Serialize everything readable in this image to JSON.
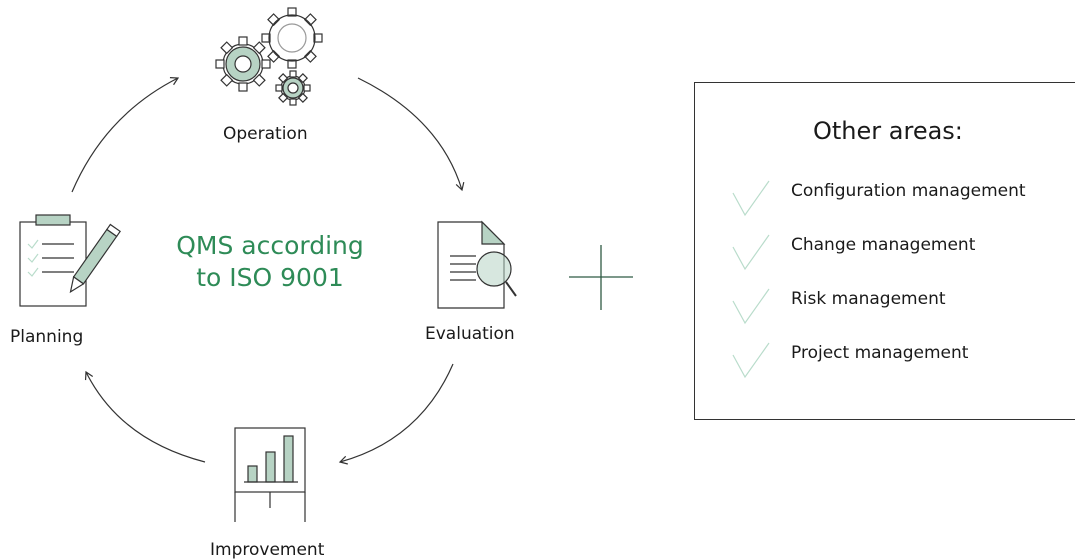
{
  "center_title": [
    "QMS according",
    "to ISO 9001"
  ],
  "cycle_steps": [
    {
      "label": "Operation",
      "icon": "gears-icon"
    },
    {
      "label": "Evaluation",
      "icon": "document-magnifier-icon"
    },
    {
      "label": "Improvement",
      "icon": "bar-chart-board-icon"
    },
    {
      "label": "Planning",
      "icon": "clipboard-pencil-icon"
    }
  ],
  "plus_icon": "plus-icon",
  "other_areas": {
    "title": "Other areas:",
    "items": [
      "Configuration management",
      "Change management",
      "Risk management",
      "Project management"
    ]
  },
  "colors": {
    "accent_green": "#2e8b57",
    "icon_fill": "#b7d3c4",
    "check_color": "#b9dccb",
    "line": "#333333"
  }
}
